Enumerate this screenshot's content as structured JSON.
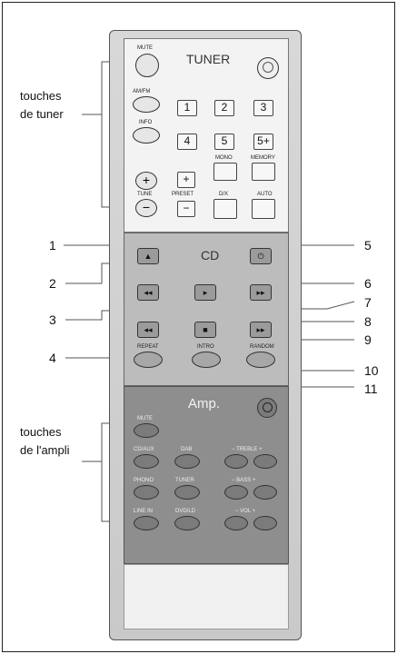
{
  "tuner": {
    "title": "TUNER",
    "mute": "MUTE",
    "am_fm": "AM/FM",
    "info": "INFO",
    "tune": "TUNE",
    "preset": "PRESET",
    "mono": "MONO",
    "memory": "MEMORY",
    "dx": "D/X",
    "auto": "AUTO",
    "digits": [
      "1",
      "2",
      "3",
      "4",
      "5",
      "5+"
    ],
    "plus": "+",
    "minus": "−"
  },
  "cd": {
    "title": "CD",
    "repeat": "REPEAT",
    "intro": "INTRO",
    "random": "RANDOM",
    "eject": "▲",
    "play": "▸",
    "prev": "◂◂",
    "next": "▸▸",
    "rew": "◂◂",
    "stop": "■",
    "ffw": "▸▸"
  },
  "amp": {
    "title": "Amp.",
    "mute": "MUTE",
    "cd_aux": "CD/AUX",
    "dab": "DAB",
    "treble": "− TREBLE +",
    "phono": "PHONO",
    "tuner": "TUNER",
    "bass": "− BASS +",
    "line_in": "LINE IN",
    "dvd": "DVD/LD",
    "vol": "− VOL +"
  },
  "annotations": {
    "tuner_keys": [
      "touches",
      "de tuner"
    ],
    "amp_keys": [
      "touches",
      "de l'ampli"
    ],
    "numbers": [
      "1",
      "2",
      "3",
      "4",
      "5",
      "6",
      "7",
      "8",
      "9",
      "10",
      "11"
    ]
  }
}
